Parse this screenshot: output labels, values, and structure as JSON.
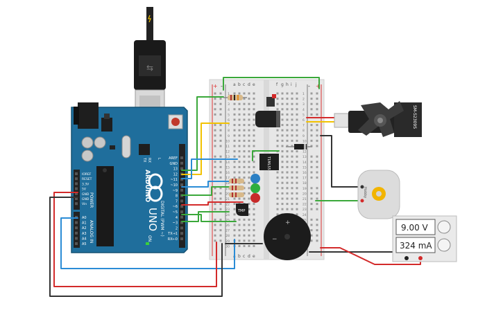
{
  "arduino": {
    "brand": "ARDUINO",
    "model": "UNO",
    "on_label": "ON",
    "tx_label": "TX",
    "rx_label": "RX",
    "l_label": "L",
    "power_label": "POWER",
    "analog_label": "ANALOG IN",
    "digital_label": "DIGITAL (PWM ~)",
    "top_pins": [
      "AREF",
      "GND",
      "13",
      "12",
      "~11",
      "~10",
      "~9",
      "8",
      "7",
      "~6",
      "~5",
      "4",
      "~3",
      "2",
      "TX→1",
      "RX←0"
    ],
    "power_pins": [
      "IOREF",
      "RESET",
      "3.3V",
      "5V",
      "GND",
      "GND",
      "Vin"
    ],
    "analog_pins": [
      "A0",
      "A1",
      "A2",
      "A3",
      "A4",
      "A5"
    ]
  },
  "breadboard": {
    "col_letters_left": [
      "a",
      "b",
      "c",
      "d",
      "e"
    ],
    "col_letters_right": [
      "f",
      "g",
      "h",
      "i",
      "j"
    ],
    "row_numbers": [
      "1",
      "2",
      "3",
      "4",
      "5",
      "6",
      "7",
      "8",
      "9",
      "10",
      "11",
      "12",
      "13",
      "14",
      "15",
      "16",
      "17",
      "18",
      "19",
      "20",
      "21",
      "22",
      "23",
      "24",
      "25",
      "26",
      "27",
      "28",
      "29",
      "30"
    ],
    "rail_plus": "+",
    "rail_minus": "-"
  },
  "servo": {
    "label": "SM-S2309S"
  },
  "motor": {
    "label": "Hobby"
  },
  "sensor": {
    "label": "TMP"
  },
  "ic": {
    "label": "T1ML55"
  },
  "buzzer": {
    "plus": "+",
    "minus": "−"
  },
  "power_supply": {
    "voltage": "9.00 V",
    "current": "324 mA"
  }
}
